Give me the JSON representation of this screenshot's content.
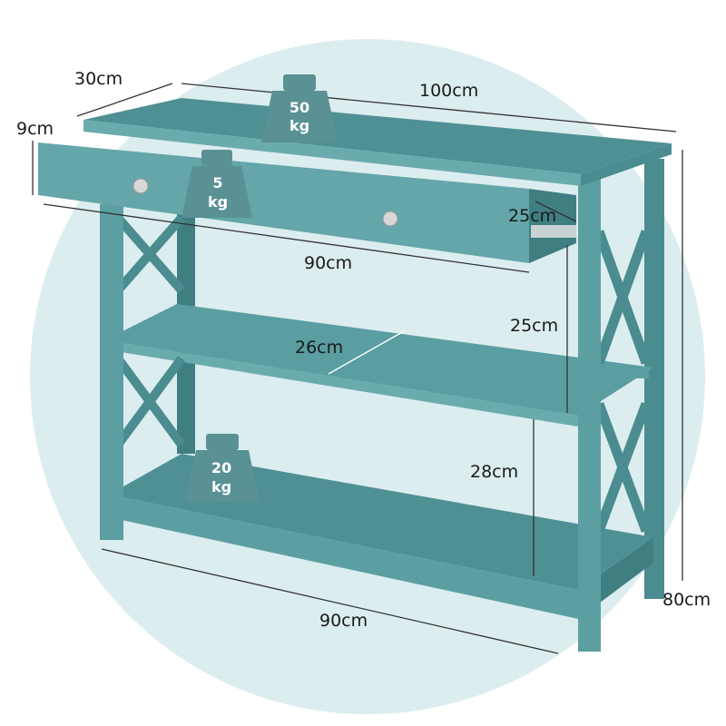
{
  "colors": {
    "background_circle": "#dcedef",
    "table_top": "#4f9094",
    "table_front": "#5c9fa2",
    "table_dark": "#3f7f82",
    "weight_icon": "#5a9195"
  },
  "dimensions": {
    "depth": "30cm",
    "width": "100cm",
    "top_thickness": "9cm",
    "drawer_depth": "25cm",
    "drawer_width": "90cm",
    "upper_gap": "25cm",
    "shelf_depth": "26cm",
    "lower_gap": "28cm",
    "bottom_width": "90cm",
    "height": "80cm"
  },
  "weights": {
    "top": {
      "value": "50",
      "unit": "kg"
    },
    "drawer": {
      "value": "5",
      "unit": "kg"
    },
    "bottom_shelf": {
      "value": "20",
      "unit": "kg"
    }
  }
}
